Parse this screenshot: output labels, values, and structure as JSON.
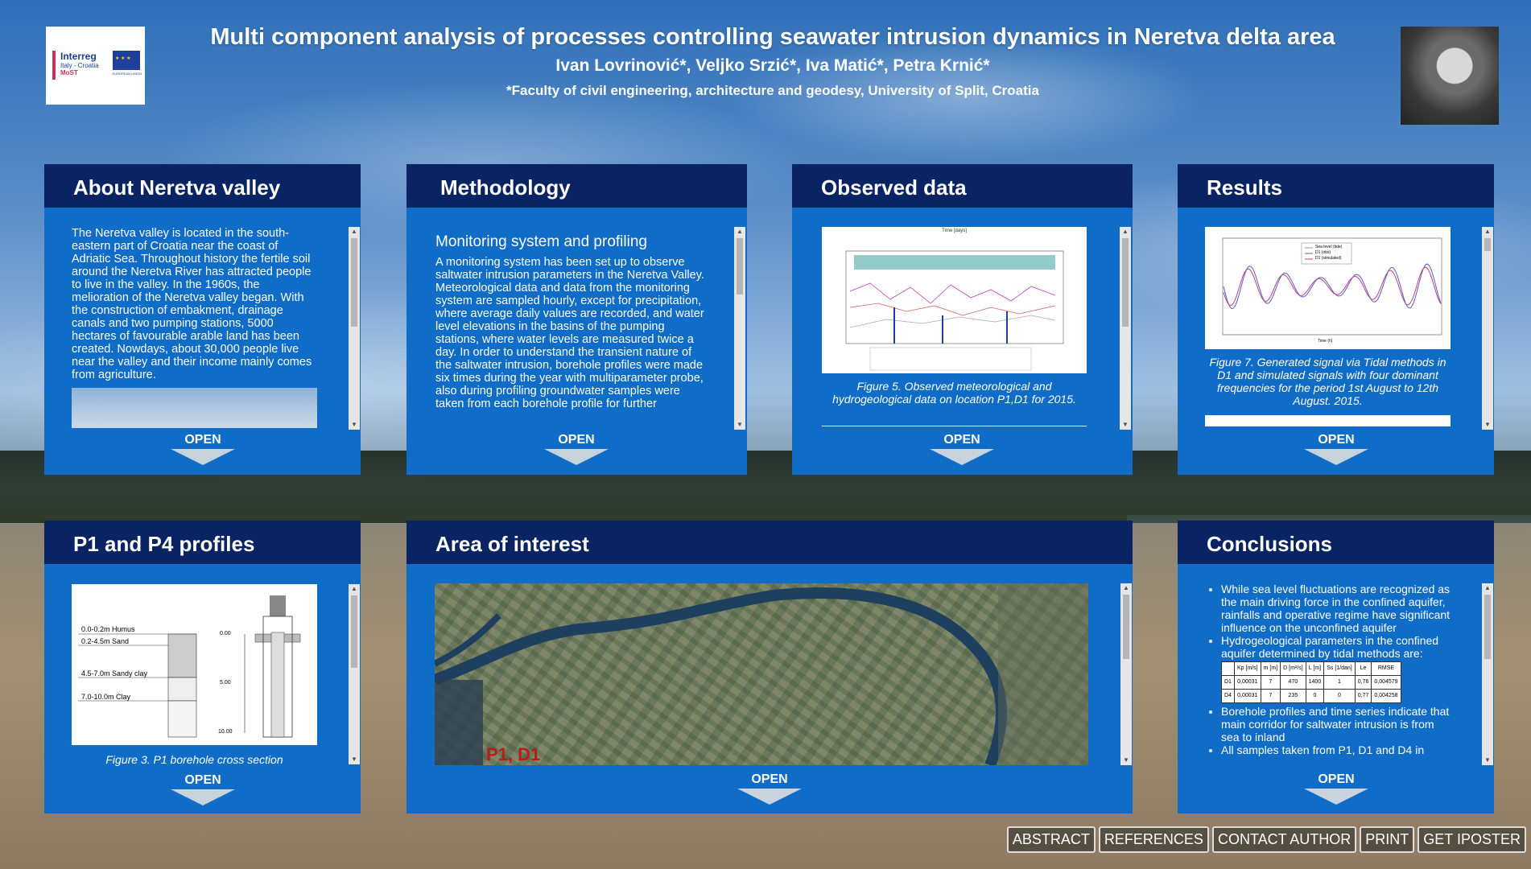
{
  "header": {
    "logo": {
      "brand": "Interreg",
      "region": "Italy - Croatia",
      "project": "MoST",
      "eu_label": "EUROPEAN UNION"
    },
    "title": "Multi component analysis of processes controlling seawater intrusion dynamics in Neretva delta area",
    "authors": "Ivan Lovrinović*, Veljko Srzić*, Iva Matić*, Petra Krnić*",
    "affiliation": "*Faculty of civil engineering, architecture and geodesy, University of Split, Croatia"
  },
  "panels": {
    "about": {
      "title": "About Neretva valley",
      "text": "The Neretva valley is located in the south-eastern part of Croatia near the coast of Adriatic Sea. Throughout history the fertile soil around the Neretva River has attracted people to live in the valley. In the 1960s, the melioration of the Neretva valley began. With the construction of embakment, drainage canals and two pumping stations, 5000 hectares of favourable arable land has been created. Nowdays, about 30,000 people live near the valley and their income mainly comes from agriculture.",
      "open": "OPEN"
    },
    "methodology": {
      "title": "Methodology",
      "subtitle": "Monitoring system and profiling",
      "text": "A monitoring system has been set up to observe saltwater intrusion parameters in the Neretva Valley. Meteorological data and data from the monitoring system are sampled hourly, except for precipitation, where average daily values are recorded, and water level elevations in the basins of the pumping stations, where water levels are measured twice a day. In order to understand the transient nature of the saltwater intrusion, borehole profiles were made six times during the year with multiparameter probe, also during profiling groundwater samples were taken from each borehole profile for further",
      "open": "OPEN"
    },
    "observed": {
      "title": "Observed data",
      "figure_title": "Time [days]",
      "caption": "Figure 5. Observed meteorological and hydrogeological data on location P1,D1 for 2015.",
      "open": "OPEN"
    },
    "results": {
      "title": "Results",
      "legend": [
        "Sea level (tide)",
        "D1 (obs)",
        "D1 (simulated)"
      ],
      "xlabel": "Time (h)",
      "caption": "Figure 7. Generated signal via Tidal methods in D1 and simulated signals with four dominant frequencies for the period 1st August to 12th August. 2015.",
      "open": "OPEN"
    },
    "profiles": {
      "title": "P1 and P4 profiles",
      "layers": [
        "0.0-0.2m Humus",
        "0.2-4.5m Sand",
        "4.5-7.0m Sandy clay",
        "7.0-10.0m Clay"
      ],
      "depths": [
        "0.00",
        "5.00",
        "10.00"
      ],
      "caption": "Figure 3. P1 borehole cross section",
      "open": "OPEN"
    },
    "area": {
      "title": "Area of interest",
      "map_label": "P1, D1",
      "open": "OPEN"
    },
    "conclusions": {
      "title": "Conclusions",
      "bullets": [
        "While sea level fluctuations are recognized as the main driving force in the confined aquifer, rainfalls and operative regime have significant influence on the unconfined aquifer",
        "Hydrogeological parameters in the confined aquifer determined by tidal methods are:",
        "Borehole profiles and time series indicate that main corridor for saltwater intrusion is from sea to inland",
        "All samples taken from P1, D1 and D4 in"
      ],
      "table_header": [
        "",
        "Kp [m/s]",
        "m [m]",
        "D [m²/s]",
        "L [m]",
        "Ss [1/dan]",
        "Le",
        "RMSE"
      ],
      "table_rows": [
        [
          "D1",
          "0,00031",
          "7",
          "470",
          "1400",
          "1",
          "0,76",
          "0,004579"
        ],
        [
          "D4",
          "0,00031",
          "7",
          "235",
          "0",
          "0",
          "0,77",
          "0,004258"
        ]
      ],
      "open": "OPEN"
    }
  },
  "bottom_buttons": [
    "ABSTRACT",
    "REFERENCES",
    "CONTACT AUTHOR",
    "PRINT",
    "GET IPOSTER"
  ],
  "colors": {
    "panel": "#0f6cc7",
    "panel_header": "#0a2463"
  }
}
